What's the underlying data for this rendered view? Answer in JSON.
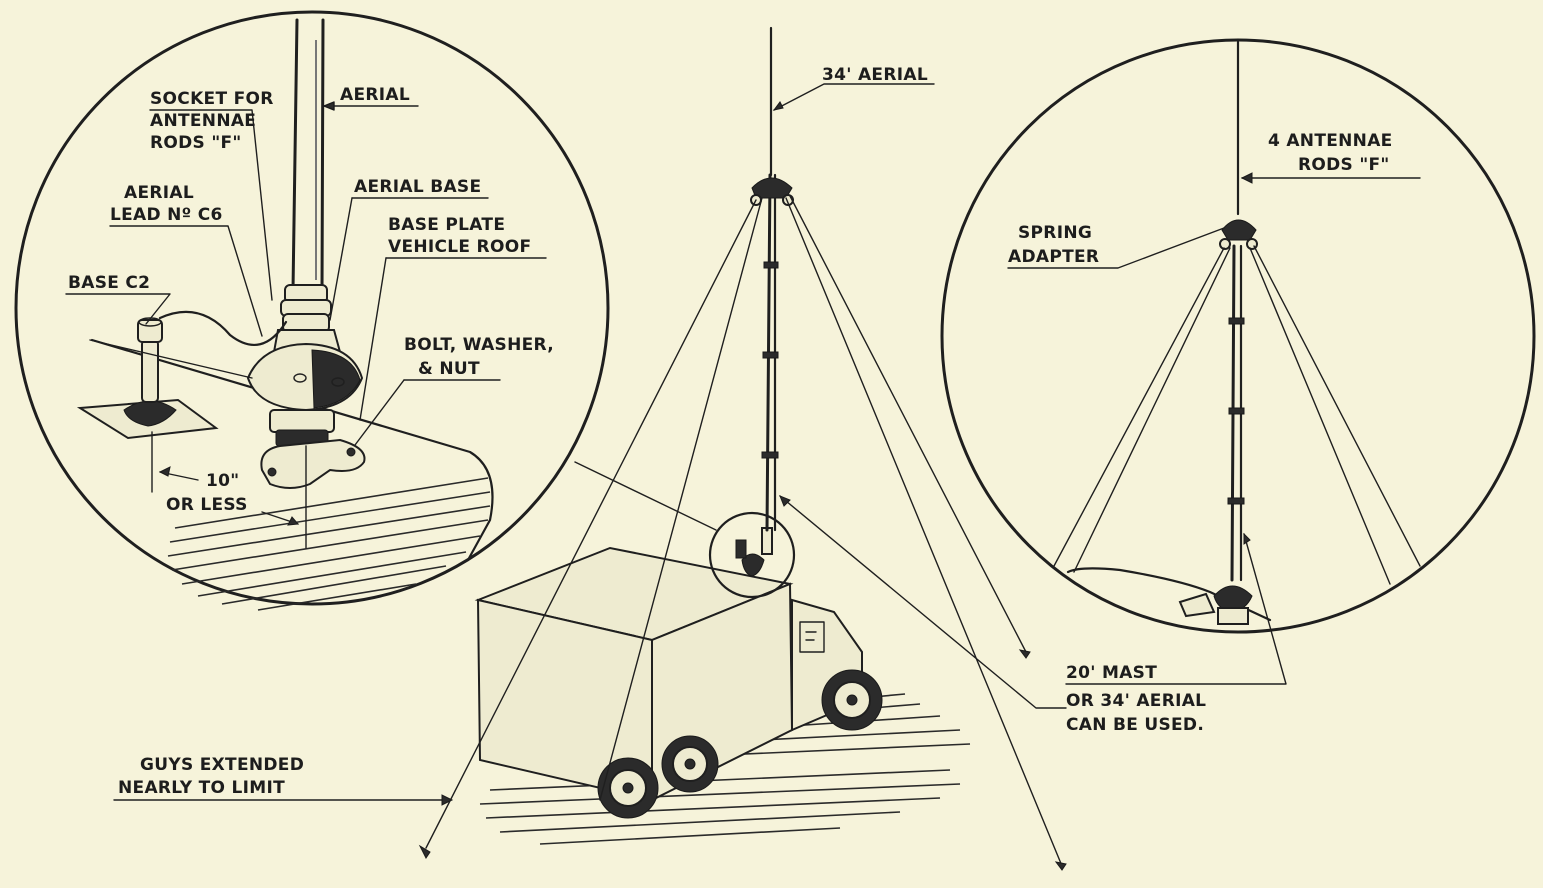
{
  "labels": {
    "socket_1": "SOCKET FOR",
    "socket_2": "ANTENNAE",
    "socket_3": "RODS \"F\"",
    "aerial": "AERIAL",
    "aerial_lead_1": "AERIAL",
    "aerial_lead_2": "LEAD Nº C6",
    "aerial_base": "AERIAL BASE",
    "base_plate_1": "BASE PLATE",
    "base_plate_2": "VEHICLE ROOF",
    "base_c2": "BASE C2",
    "bolt_1": "BOLT, WASHER,",
    "bolt_2": "& NUT",
    "ten_inch_1": "10\"",
    "ten_inch_2": "OR LESS",
    "aerial_34": "34' AERIAL",
    "rods_1": "4 ANTENNAE",
    "rods_2": "RODS \"F\"",
    "spring_1": "SPRING",
    "spring_2": "ADAPTER",
    "mast_1": "20' MAST",
    "mast_2": "OR 34' AERIAL",
    "mast_3": "CAN BE USED.",
    "guys_1": "GUYS EXTENDED",
    "guys_2": "NEARLY TO LIMIT"
  },
  "colors": {
    "paper": "#f6f3da",
    "ink": "#1f1f1f"
  }
}
